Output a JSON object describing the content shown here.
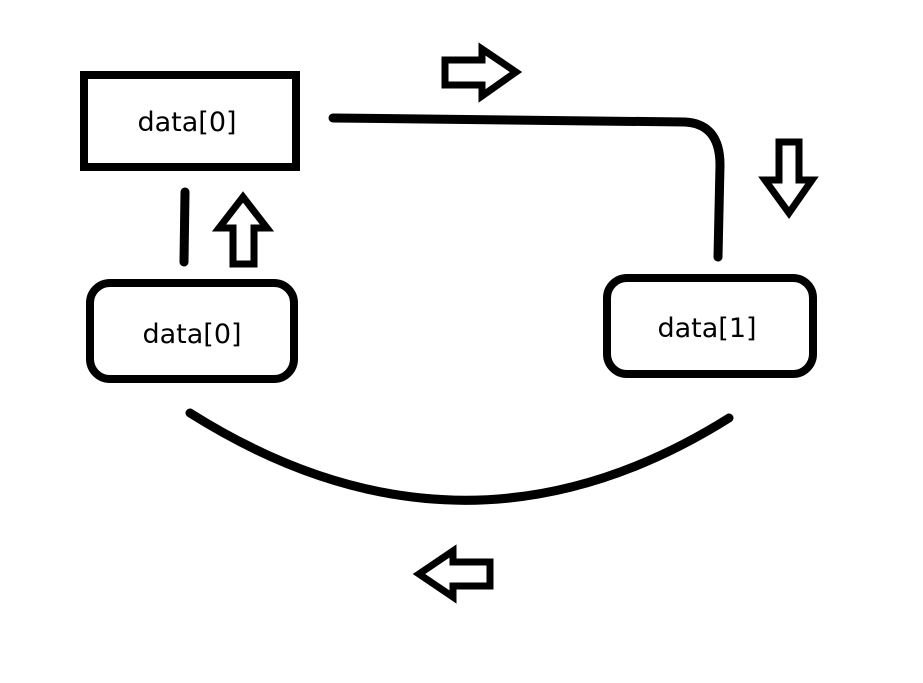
{
  "diagram": {
    "nodes": [
      {
        "id": "top-left",
        "label": "data[0]",
        "shape": "rectangle"
      },
      {
        "id": "bottom-left",
        "label": "data[0]",
        "shape": "rounded-rectangle"
      },
      {
        "id": "right",
        "label": "data[1]",
        "shape": "rounded-rectangle"
      }
    ],
    "edges": [
      {
        "from": "top-left",
        "to": "right",
        "arrow": "right-arrow-icon"
      },
      {
        "from": "right",
        "to": "bottom-left",
        "arrow": "left-arrow-icon"
      },
      {
        "from": "bottom-left",
        "to": "top-left",
        "arrow": "up-arrow-icon"
      }
    ],
    "colors": {
      "stroke": "#000000",
      "background": "#ffffff",
      "arrow_fill": "#ffffff"
    }
  }
}
